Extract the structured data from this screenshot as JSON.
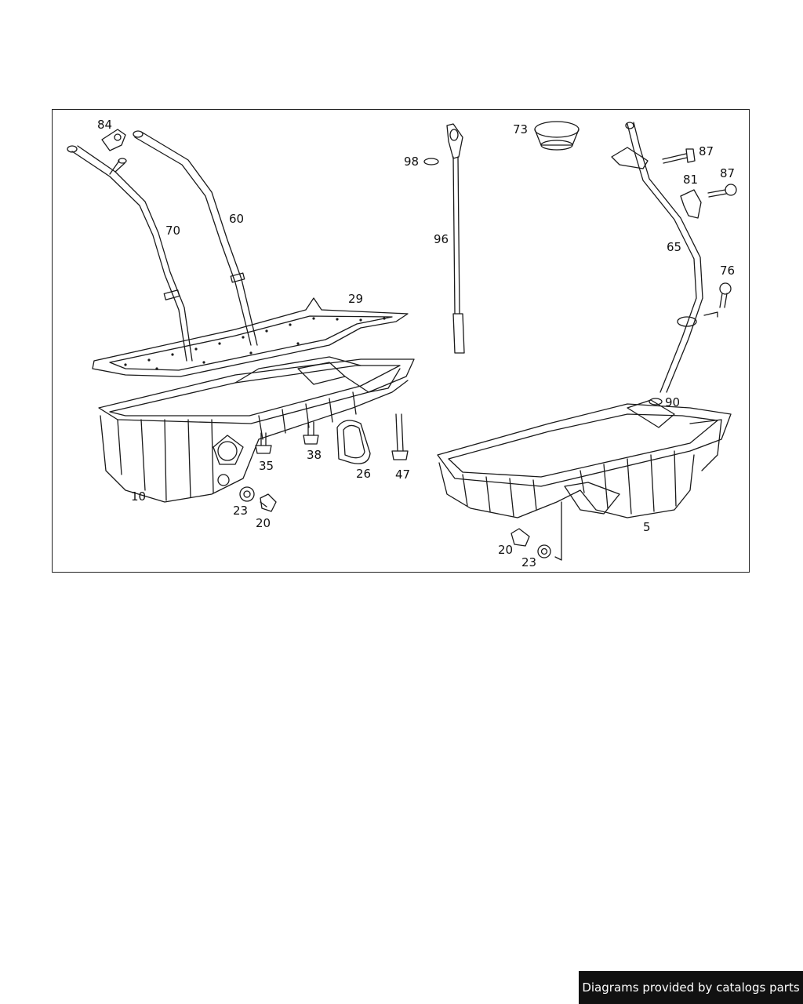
{
  "diagram": {
    "part_numbers": {
      "p84": "84",
      "p70": "70",
      "p60": "60",
      "p29": "29",
      "p10": "10",
      "p35": "35",
      "p38": "38",
      "p26": "26",
      "p47": "47",
      "p23a": "23",
      "p20a": "20",
      "p98": "98",
      "p96": "96",
      "p73": "73",
      "p87a": "87",
      "p87b": "87",
      "p81": "81",
      "p65": "65",
      "p76": "76",
      "p90": "90",
      "p5": "5",
      "p20b": "20",
      "p23b": "23"
    }
  },
  "footer": {
    "credit_text": "Diagrams provided by catalogs parts"
  }
}
